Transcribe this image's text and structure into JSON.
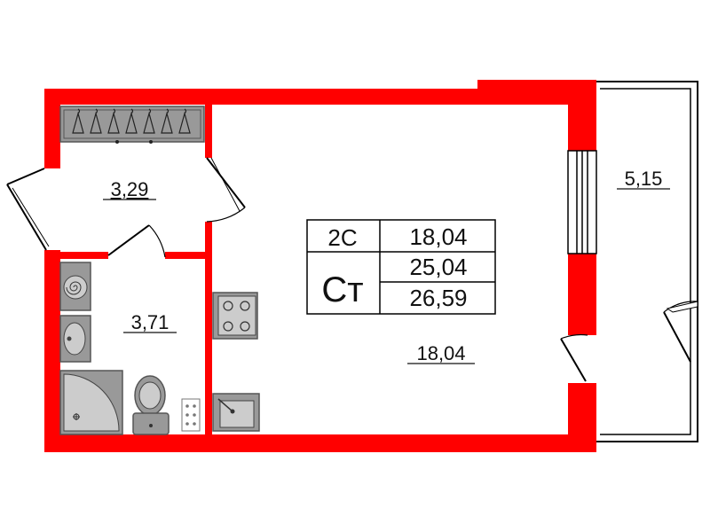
{
  "colors": {
    "wall": "#ff0000",
    "line": "#000000",
    "fixture_fill": "#999999",
    "fixture_stroke": "#555555"
  },
  "rooms": {
    "hall_area": "3,29",
    "bathroom_area": "3,71",
    "living_area": "18,04",
    "balcony_area": "5,15"
  },
  "legend": {
    "room_code": "2С",
    "type": "Ст",
    "living": "18,04",
    "total": "25,04",
    "total_with_balcony": "26,59"
  },
  "icons": [
    "wardrobe-icon",
    "washing-machine-icon",
    "sink-icon",
    "shower-tray-icon",
    "toilet-icon",
    "stove-icon",
    "kitchen-sink-icon"
  ]
}
